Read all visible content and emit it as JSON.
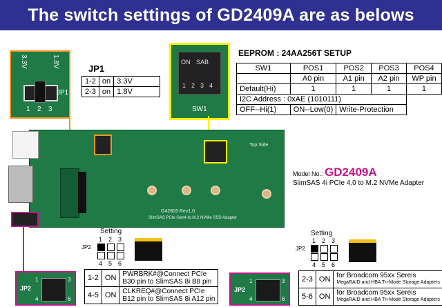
{
  "banner": {
    "title": "The switch settings of GD2409A are as belows"
  },
  "jp1": {
    "title": "JP1",
    "rows": [
      {
        "pins": "1-2",
        "state": "on",
        "voltage": "3.3V"
      },
      {
        "pins": "2-3",
        "state": "on",
        "voltage": "1.8V"
      }
    ],
    "photo_labels": {
      "left": "3.3V",
      "right": "1.8V",
      "jp": "JP1",
      "pin1": "1",
      "pin2": "2",
      "pin3": "3"
    }
  },
  "sw1_photo": {
    "on": "ON",
    "brand": "SAB",
    "label": "SW1",
    "numbers": [
      "1",
      "2",
      "3",
      "4"
    ]
  },
  "eeprom": {
    "title": "EEPROM : 24AA256T SETUP",
    "header": [
      "SW1",
      "POS1",
      "POS2",
      "POS3",
      "POS4"
    ],
    "pin_row": [
      "",
      "A0 pin",
      "A1 pin",
      "A2 pin",
      "WP pin"
    ],
    "default_row": [
      "Default(Hi)",
      "1",
      "1",
      "1",
      "1"
    ],
    "i2c": "I2C Address : 0xAE (1010111)",
    "legend": [
      "OFF--Hi(1)",
      "ON--Low(0)",
      "Write-Protection"
    ]
  },
  "board": {
    "top_side": "Top Side",
    "rev": "G42803 Rev1.0",
    "desc": "SlimSAS PCIe Gen4 to M.2 NVMe SSD Adapter"
  },
  "model": {
    "prefix": "Model No.: ",
    "name": "GD2409A",
    "desc": "SlimSAS 4i PCIe 4.0 to M.2 NVMe Adapter"
  },
  "left_setting": {
    "title": "Setting",
    "jp": "JP2",
    "top_nums": [
      "1",
      "2",
      "3"
    ],
    "bottom_nums": [
      "4",
      "5",
      "6"
    ],
    "rows": [
      {
        "pins": "1-2",
        "state": "ON",
        "line1": "PWRBRK#@Connect PCIe",
        "line2": "B30 pin to SlimSAS 8i B8 pin"
      },
      {
        "pins": "4-5",
        "state": "ON",
        "line1": "CLKREQ#@Connect PCIe",
        "line2": "B12 pin to SlimSAS 8i A12 pin"
      }
    ]
  },
  "right_setting": {
    "title": "Setting",
    "jp": "JP2",
    "top_nums": [
      "1",
      "2",
      "3"
    ],
    "bottom_nums": [
      "4",
      "5",
      "6"
    ],
    "rows": [
      {
        "pins": "2-3",
        "state": "ON",
        "line1": "for Broadcom 95xx Sereis",
        "line2": "MegaRAID and HBA Tri-Mode Storage Adapters"
      },
      {
        "pins": "5-6",
        "state": "ON",
        "line1": "for Broadcom 95xx Sereis",
        "line2": "MegaRAID and HBA Tri-Mode Storage Adapters"
      }
    ]
  },
  "jp2_photo": {
    "label": "JP2",
    "n1": "1",
    "n4": "4",
    "n3": "3",
    "n6": "6"
  },
  "colors": {
    "banner": "#2e3192",
    "model": "#c0168c",
    "pcb": "#1f7a46",
    "highlight_orange": "#f7941d",
    "highlight_yellow": "#fff200",
    "highlight_magenta": "#c0168c"
  }
}
